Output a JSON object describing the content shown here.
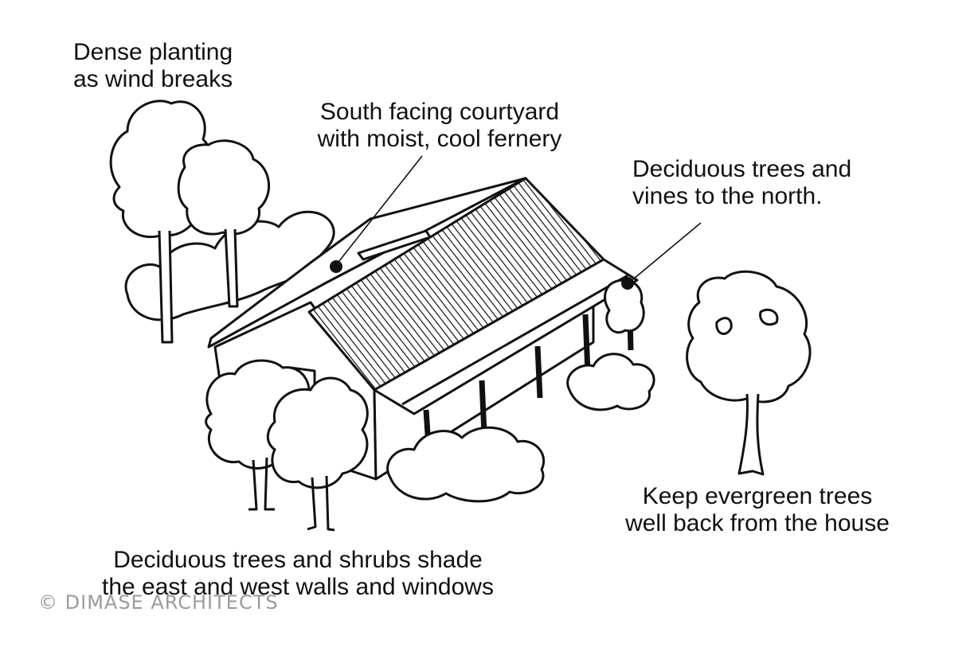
{
  "labels": {
    "windbreak": [
      "Dense planting",
      "as wind breaks"
    ],
    "courtyard": [
      "South facing courtyard",
      "with moist, cool fernery"
    ],
    "north": [
      "Deciduous trees and",
      "vines to the north."
    ],
    "evergreen": [
      "Keep evergreen trees",
      "well back from the house"
    ],
    "eastwest": [
      "Deciduous trees and shrubs shade",
      "the east and west walls and windows"
    ]
  },
  "watermark": "© DIMASE ARCHITECTS",
  "colors": {
    "ink": "#111111",
    "paper": "#ffffff",
    "watermark": "#8a8a8a"
  }
}
